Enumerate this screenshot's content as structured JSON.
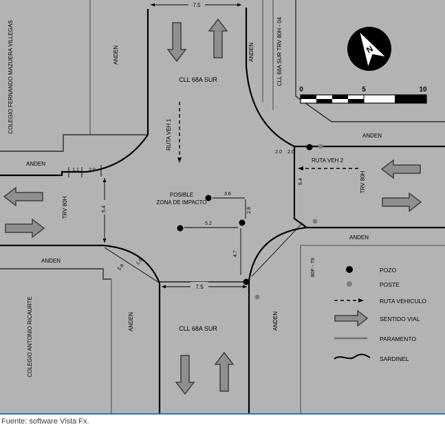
{
  "colors": {
    "background": "#b3b3b3",
    "sardinel": "#000000",
    "paramento": "#6f6f6f",
    "arrow_fill": "#8f8f8f",
    "arrow_outline": "#3f3f3f",
    "pozo": "#000000",
    "poste": "#7d7d7d",
    "footer_rule": "#2f74b5"
  },
  "streets": {
    "cll_68a_sur": "CLL 68A SUR",
    "trv_80h": "TRV 80H",
    "corner_ref": "CLL 68A SUR TRV 80H - 04",
    "block_ref": "80F - 79"
  },
  "buildings": {
    "north": "COLEGIO FERNANDO MAZUERA VILLEGAS",
    "south": "COLEGIO ANTONIO RICAURTE"
  },
  "sidewalk_label": "ANDEN",
  "impact_zone": {
    "line1": "POSIBLE",
    "line2": "ZONA DE IMPACTO"
  },
  "routes": {
    "veh1": "RUTA VEH 1",
    "veh2": "RUTA VEH 2"
  },
  "measurements": {
    "top_width": "7.5",
    "bottom_width": "7.5",
    "left_width": "5.4",
    "right_width": "5.4",
    "nw_a": "1.1",
    "nw_b": "2.0",
    "ne_a": "2.0",
    "ne_b": "2.0",
    "impact_x": "3.6",
    "impact_y": "2.8",
    "impact_w": "5.2",
    "sw_a": "5.8",
    "sw_b": "1.0",
    "se_a": "4.7"
  },
  "compass": {
    "label": "N"
  },
  "scale_bar": {
    "ticks": [
      "0",
      "5",
      "10"
    ]
  },
  "legend": {
    "items": [
      {
        "symbol": "pozo-dot",
        "label": "POZO"
      },
      {
        "symbol": "poste-dot",
        "label": "POSTE"
      },
      {
        "symbol": "dashed-arrow",
        "label": "RUTA VEHICULO"
      },
      {
        "symbol": "block-arrow",
        "label": "SENTIDO VIAL"
      },
      {
        "symbol": "gray-line",
        "label": "PARAMENTO"
      },
      {
        "symbol": "black-line",
        "label": "SARDINEL"
      }
    ]
  },
  "footer": {
    "source_text": "Fuente: software Vista Fx."
  }
}
